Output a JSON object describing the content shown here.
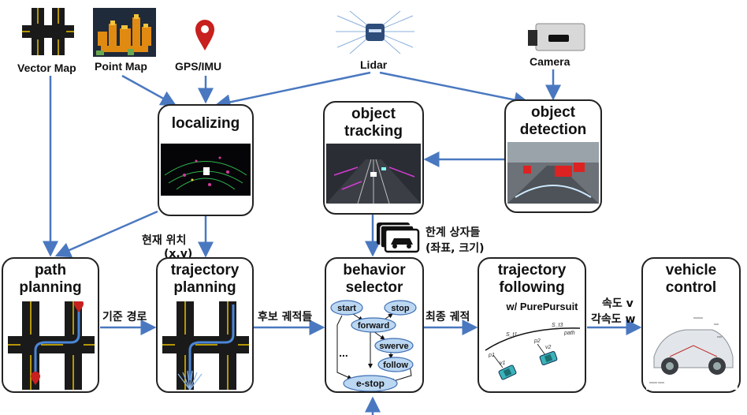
{
  "sources": {
    "vector_map": "Vector Map",
    "point_map": "Point Map",
    "gps_imu": "GPS/IMU",
    "lidar": "Lidar",
    "camera": "Camera"
  },
  "nodes": {
    "localizing": "localizing",
    "object_tracking_1": "object",
    "object_tracking_2": "tracking",
    "object_detection_1": "object",
    "object_detection_2": "detection",
    "path_planning_1": "path",
    "path_planning_2": "planning",
    "trajectory_planning_1": "trajectory",
    "trajectory_planning_2": "planning",
    "behavior_selector_1": "behavior",
    "behavior_selector_2": "selector",
    "trajectory_following_1": "trajectory",
    "trajectory_following_2": "following",
    "trajectory_following_3": "w/ PurePursuit",
    "vehicle_control_1": "vehicle",
    "vehicle_control_2": "control"
  },
  "edge_labels": {
    "current_position_1": "현재 위치",
    "current_position_2": "(x,y)",
    "reference_path": "기준 경로",
    "candidate_trajectories": "후보 궤적들",
    "final_trajectory": "최종 궤적",
    "speed_1": "속도 v",
    "speed_2": "각속도 w",
    "bounding_boxes_1": "한계 상자들",
    "bounding_boxes_2": "(좌표, 크기)"
  },
  "behavior_states": {
    "start": "start",
    "stop": "stop",
    "forward": "forward",
    "swerve": "swerve",
    "follow": "follow",
    "estop": "e-stop",
    "ellipsis": "..."
  },
  "colors": {
    "arrow": "#4a78c0",
    "state_fill": "#bcd7f2",
    "state_stroke": "#3f6fb3",
    "road": "#1a1a1a",
    "lane_yellow": "#e8c000",
    "route": "#4a86d6",
    "pin": "#c8201e"
  }
}
